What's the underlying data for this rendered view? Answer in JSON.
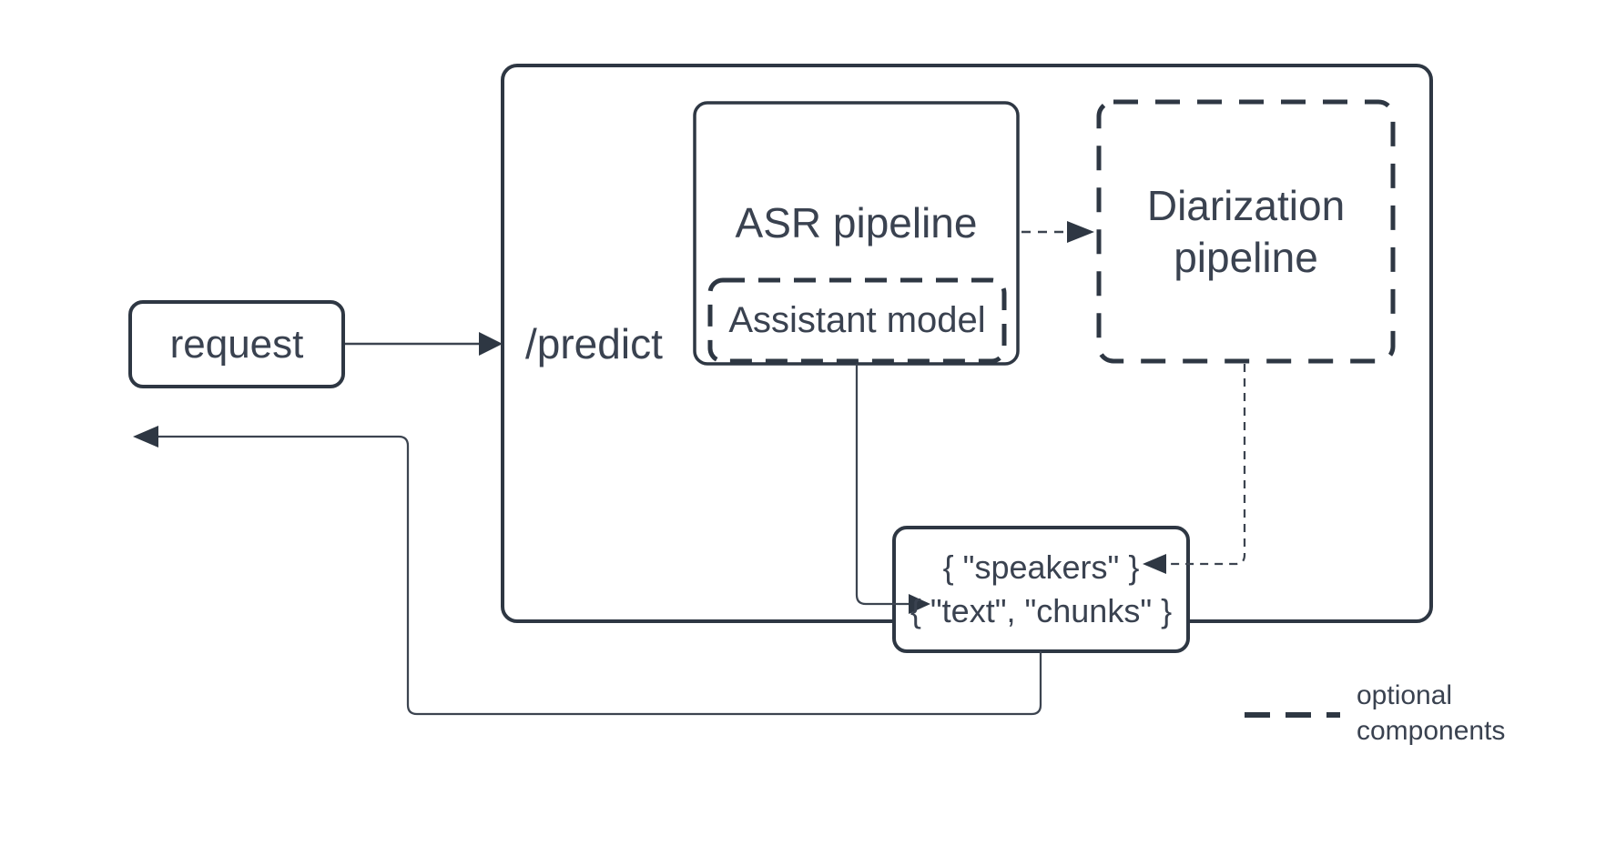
{
  "nodes": {
    "request": {
      "label": "request"
    },
    "predict": {
      "label": "/predict"
    },
    "asr": {
      "label": "ASR pipeline"
    },
    "assistant": {
      "label": "Assistant model"
    },
    "diarization": {
      "label": "Diarization pipeline"
    },
    "output": {
      "line1": "{ \"speakers\" }",
      "line2": "{ \"text\", \"chunks\" }"
    }
  },
  "legend": {
    "label": "optional components"
  },
  "colors": {
    "stroke": "#2e3743",
    "text": "#3a4250",
    "connector": "#3c4450",
    "background": "#ffffff"
  }
}
